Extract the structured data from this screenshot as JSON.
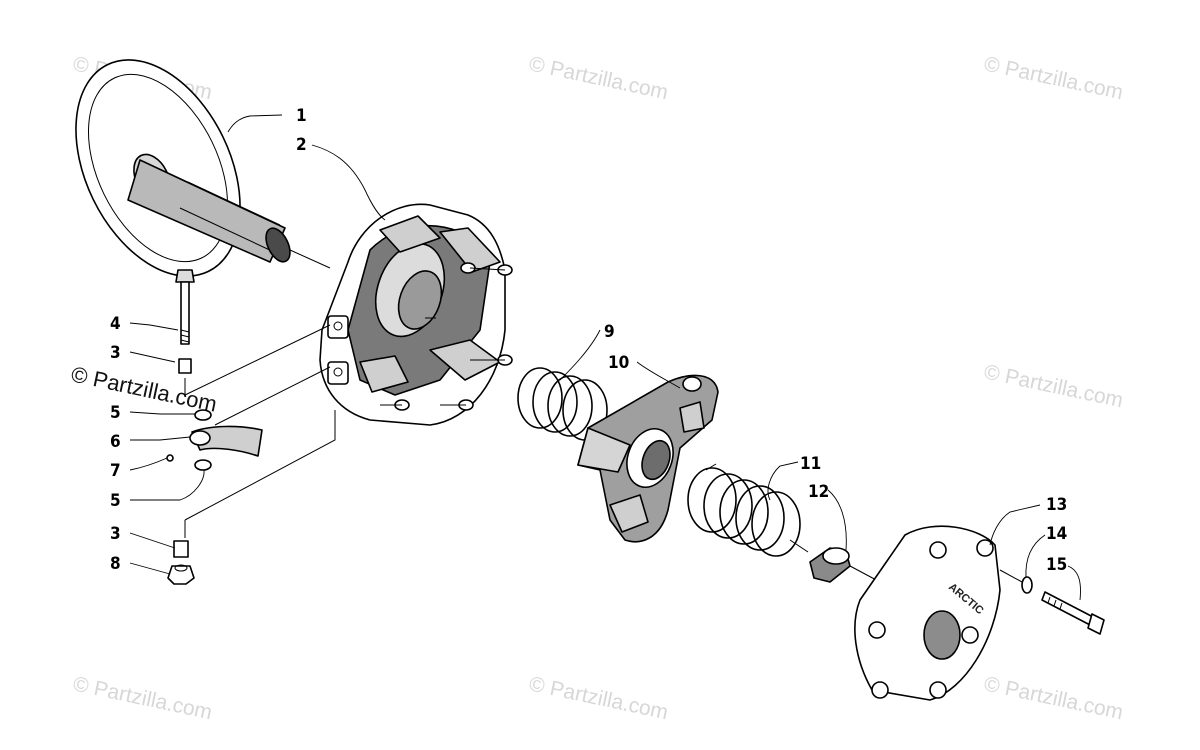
{
  "watermark": {
    "text": "© Partzilla.com",
    "bold_text": "© Partzilla.com"
  },
  "callouts": [
    "1",
    "2",
    "3",
    "4",
    "5",
    "6",
    "7",
    "8",
    "9",
    "10",
    "11",
    "12",
    "13",
    "14",
    "15"
  ],
  "left_column_labels": [
    "4",
    "3",
    "5",
    "6",
    "7",
    "5",
    "3",
    "8"
  ],
  "logo_text": "ARCTIC"
}
